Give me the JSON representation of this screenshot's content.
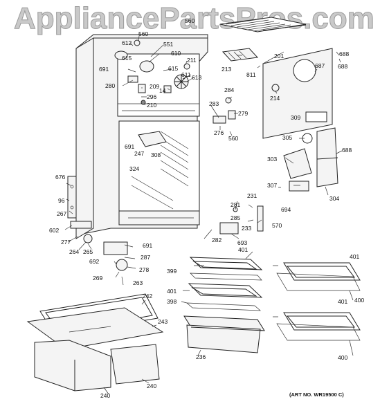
{
  "watermark": "AppliancePartsPros.com",
  "art_number": "(ART NO. WR19500 C)",
  "labels": {
    "l560a": "560",
    "l560b": "560",
    "l612": "612",
    "l551": "551",
    "l610": "610",
    "l615a": "615",
    "l615b": "615",
    "l691a": "691",
    "l691b": "691",
    "l691c": "691",
    "l211": "211",
    "l213": "213",
    "l201": "201",
    "l688a": "688",
    "l688b": "688",
    "l811": "811",
    "l687": "687",
    "l611": "611",
    "l613": "613",
    "l280": "280",
    "l209": "209",
    "l14": "14",
    "l296": "296",
    "l210": "210",
    "l284": "284",
    "l283": "283",
    "l279": "279",
    "l214": "214",
    "l276": "276",
    "l560c": "560",
    "l309": "309",
    "l305": "305",
    "l303": "303",
    "l304": "304",
    "l247": "247",
    "l308": "308",
    "l324": "324",
    "l676": "676",
    "l96": "96",
    "l267": "267",
    "l602": "602",
    "l277": "277",
    "l264": "264",
    "l265": "265",
    "l287": "287",
    "l692": "692",
    "l278": "278",
    "l269": "269",
    "l263": "263",
    "l231": "231",
    "l307": "307",
    "l694": "694",
    "l281": "281",
    "l285": "285",
    "l233": "233",
    "l570": "570",
    "l282": "282",
    "l693": "693",
    "l401a": "401",
    "l401b": "401",
    "l401c": "401",
    "l401d": "401",
    "l399": "399",
    "l398": "398",
    "l400a": "400",
    "l400b": "400",
    "l242": "242",
    "l243": "243",
    "l236": "236",
    "l240a": "240",
    "l240b": "240"
  }
}
